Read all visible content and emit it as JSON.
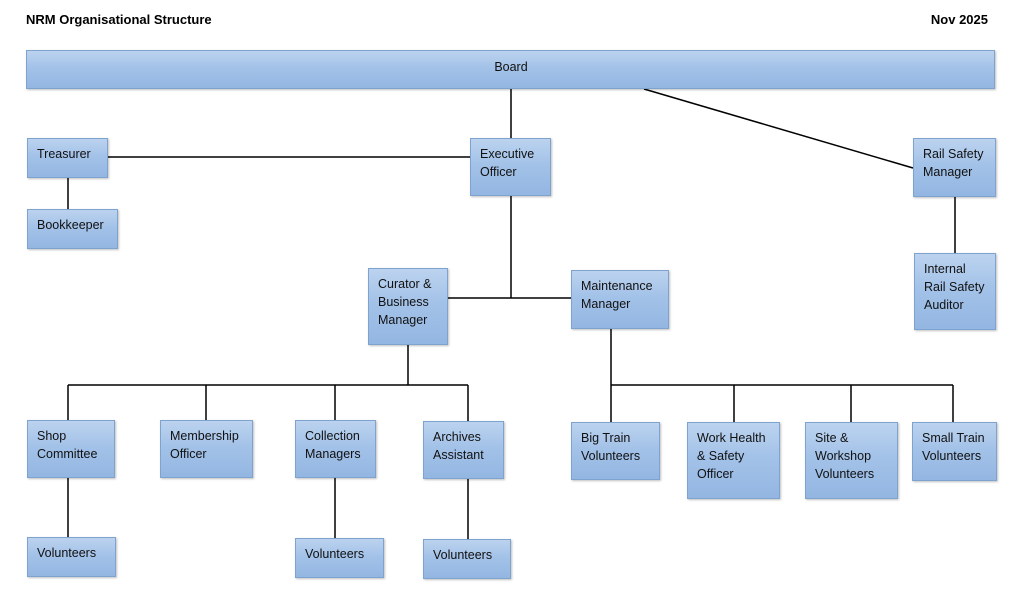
{
  "header": {
    "title": "NRM Organisational Structure",
    "date": "Nov 2025"
  },
  "nodes": {
    "board": "Board",
    "executive_officer": "Executive\nOfficer",
    "treasurer": "Treasurer",
    "bookkeeper": "Bookkeeper",
    "rail_safety_manager": "Rail Safety\nManager",
    "internal_rail_safety_auditor": "Internal\nRail Safety\nAuditor",
    "curator_business_manager": "Curator &\nBusiness\nManager",
    "maintenance_manager": "Maintenance\nManager",
    "shop_committee": "Shop\nCommittee",
    "membership_officer": "Membership\nOfficer",
    "collection_managers": "Collection\nManagers",
    "archives_assistant": "Archives\nAssistant",
    "shop_volunteers": "Volunteers",
    "collection_volunteers": "Volunteers",
    "archives_volunteers": "Volunteers",
    "big_train_volunteers": "Big Train\nVolunteers",
    "work_health_safety_officer": "Work Health\n& Safety\nOfficer",
    "site_workshop_volunteers": "Site &\nWorkshop\nVolunteers",
    "small_train_volunteers": "Small Train\nVolunteers"
  }
}
